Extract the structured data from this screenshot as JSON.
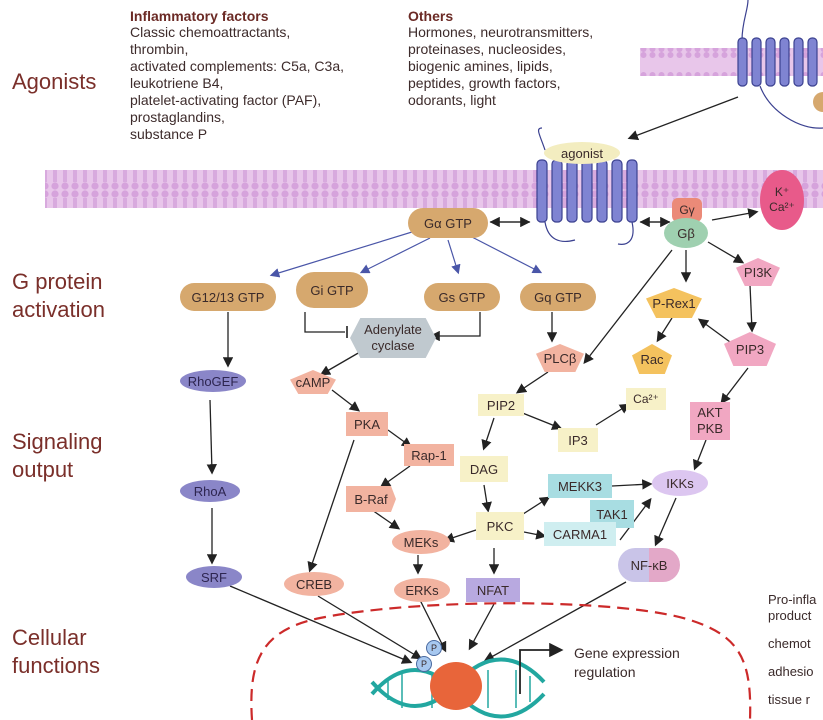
{
  "sections": {
    "agonists": "Agonists",
    "gprotein": "G protein\nactivation",
    "signaling": "Signaling\noutput",
    "cellular": "Cellular\nfunctions"
  },
  "inflammatory": {
    "title": "Inflammatory factors",
    "lines": [
      "Classic chemoattractants,",
      "thrombin,",
      "activated complements: C5a, C3a,",
      "leukotriene B4,",
      "platelet-activating factor (PAF),",
      "prostaglandins,",
      "substance P"
    ]
  },
  "others": {
    "title": "Others",
    "lines": [
      "Hormones, neurotransmitters,",
      "proteinases, nucleosides,",
      "biogenic amines, lipids,",
      "peptides, growth factors,",
      "odorants, light"
    ]
  },
  "nodes": {
    "agonist": "agonist",
    "galpha": "Gα GTP",
    "ggamma": "Gγ",
    "gbeta": "Gβ",
    "kca": "K⁺\nCa²⁺",
    "g1213": "G12/13 GTP",
    "gi": "Gi  GTP",
    "gs": "Gs GTP",
    "gq": "Gq GTP",
    "pi3k": "PI3K",
    "prex1": "P-Rex1",
    "adenylate": "Adenylate\ncyclase",
    "plcb": "PLCβ",
    "rac": "Rac",
    "pip3": "PIP3",
    "rhogef": "RhoGEF",
    "camp": "cAMP",
    "pip2": "PIP2",
    "ca2": "Ca²⁺",
    "pka": "PKA",
    "rap1": "Rap-1",
    "ip3": "IP3",
    "akt": "AKT\nPKB",
    "dag": "DAG",
    "mekk3": "MEKK3",
    "ikks": "IKKs",
    "rhoa": "RhoA",
    "braf": "B-Raf",
    "tak1": "TAK1",
    "pkc": "PKC",
    "carma1": "CARMA1",
    "meks": "MEKs",
    "nfkb": "NF-κB",
    "srf": "SRF",
    "creb": "CREB",
    "erks": "ERKs",
    "nfat": "NFAT",
    "p1": "P",
    "p2": "P",
    "gene": "Gene expression\nregulation"
  },
  "right_list": [
    "Pro-infla",
    "product",
    "chemot",
    "adhesio",
    "tissue r"
  ]
}
